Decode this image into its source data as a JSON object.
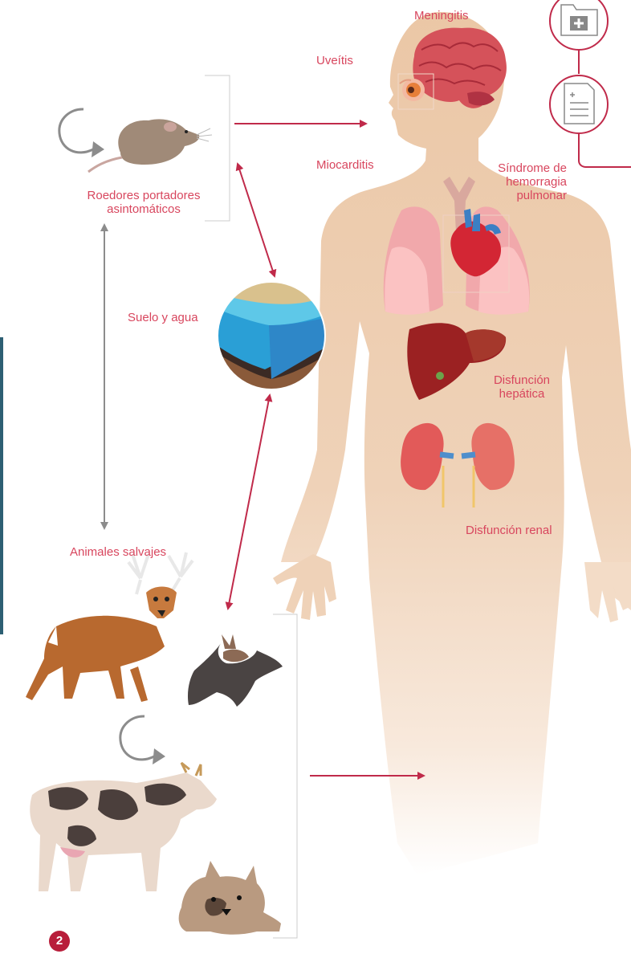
{
  "labels": {
    "meningitis": "Meningitis",
    "uveitis": "Uveítis",
    "miocarditis": "Miocarditis",
    "pulmonar_1": "Síndrome de",
    "pulmonar_2": "hemorragia",
    "pulmonar_3": "pulmonar",
    "hepatica_1": "Disfunción",
    "hepatica_2": "hepática",
    "renal": "Disfunción renal",
    "roedores_1": "Roedores portadores",
    "roedores_2": "asintomáticos",
    "suelo": "Suelo y agua",
    "animales": "Animales salvajes"
  },
  "page_number": "2",
  "colors": {
    "accent": "#d8465e",
    "arrow": "#c02a4a",
    "gray_arrow": "#8c8c8c",
    "skin": "#ecc8a8",
    "badge": "#b81d3a"
  },
  "icons": [
    "medical-folder-icon",
    "medical-document-icon",
    "cycle-arrow-icon"
  ]
}
